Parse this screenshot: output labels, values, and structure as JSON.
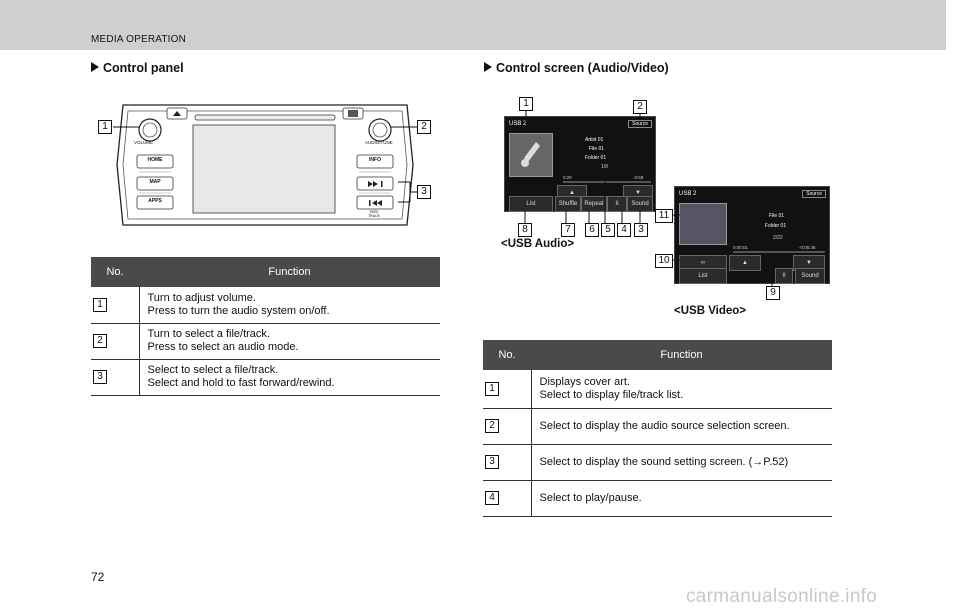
{
  "header": {
    "title": "MEDIA OPERATION"
  },
  "left": {
    "section_title": "Control panel",
    "panel_labels": {
      "volume": "VOLUME",
      "audio_tune": "AUDIO/TUNE",
      "home": "HOME",
      "map": "MAP",
      "apps": "APPS",
      "info": "INFO",
      "seek_track": "SEEK TRACK"
    },
    "table": {
      "col_no": "No.",
      "col_function": "Function",
      "rows": [
        {
          "no": "1",
          "line1": "Turn to adjust volume.",
          "line2": "Press to turn the audio system on/off."
        },
        {
          "no": "2",
          "line1": "Turn to select a file/track.",
          "line2": "Press to select an audio mode."
        },
        {
          "no": "3",
          "line1": "Select to select a file/track.",
          "line2": "Select and hold to fast forward/rewind."
        }
      ]
    }
  },
  "right": {
    "section_title": "Control screen (Audio/Video)",
    "audio_caption": "<USB Audio>",
    "video_caption": "<USB Video>",
    "audio_screen": {
      "source_name": "USB 2",
      "source_button": "Source",
      "artist": "Artist 01",
      "file": "File 01",
      "folder": "Folder 01",
      "track_count": "1/8",
      "time_elapsed": "0:20",
      "time_remaining": "-3:59",
      "list": "List",
      "shuffle": "Shuffle",
      "repeat": "Repeat",
      "sound": "Sound"
    },
    "video_screen": {
      "source_name": "USB 2",
      "source_button": "Source",
      "file": "File 01",
      "folder": "Folder 01",
      "track_count": "2/22",
      "time_elapsed": "0:00:01",
      "time_remaining": "-0:05:36",
      "list": "List",
      "sound": "Sound"
    },
    "table": {
      "col_no": "No.",
      "col_function": "Function",
      "rows": [
        {
          "no": "1",
          "line1": "Displays cover art.",
          "line2": "Select to display file/track list."
        },
        {
          "no": "2",
          "line1": "Select to display the audio source selection screen.",
          "line2": ""
        },
        {
          "no": "3",
          "line1": "Select to display the sound setting screen. (→P.52)",
          "line2": ""
        },
        {
          "no": "4",
          "line1": "Select to play/pause.",
          "line2": ""
        }
      ]
    }
  },
  "footer": {
    "page_number": "72",
    "watermark": "carmanualsonline.info"
  }
}
